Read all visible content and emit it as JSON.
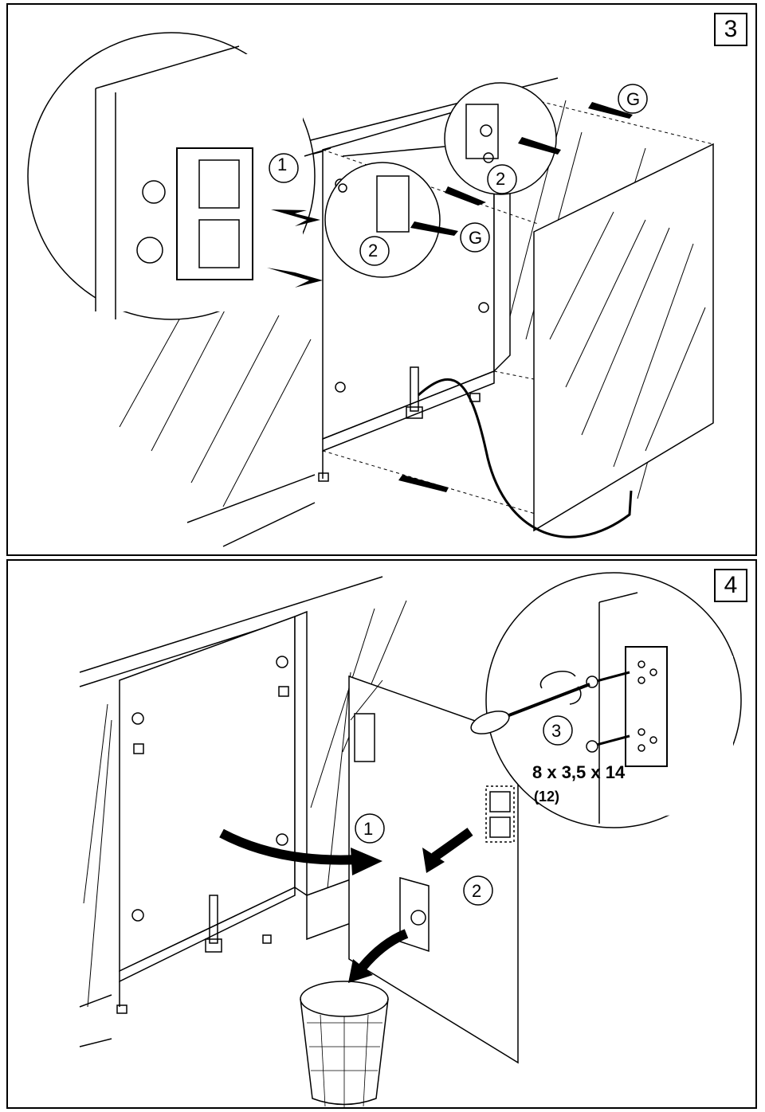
{
  "step3": {
    "number": "3",
    "callouts": {
      "part1": "1",
      "part2_upper": "2",
      "part2_lower": "2",
      "label_g_upper": "G",
      "label_g_lower": "G"
    }
  },
  "step4": {
    "number": "4",
    "callouts": {
      "part1": "1",
      "part2": "2",
      "part3": "3"
    },
    "screw_spec": "8 x 3,5 x 14",
    "screw_count": "(12)"
  },
  "colors": {
    "line": "#000000",
    "background": "#ffffff"
  }
}
